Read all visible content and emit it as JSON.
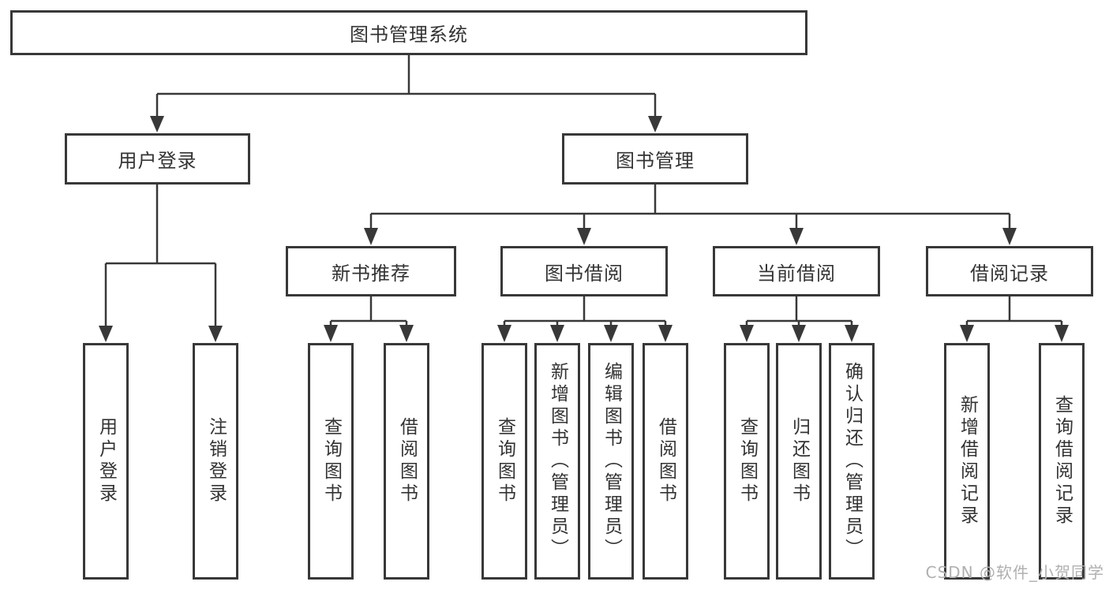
{
  "diagram": {
    "title": "图书管理系统",
    "nodes": {
      "root": "图书管理系统",
      "user_login": "用户登录",
      "book_mgmt": "图书管理",
      "new_books": "新书推荐",
      "book_borrow": "图书借阅",
      "current_borrow": "当前借阅",
      "borrow_records": "借阅记录",
      "ul_login": "用户登录",
      "ul_logout": "注销登录",
      "nb_query": "查询图书",
      "nb_borrow": "借阅图书",
      "bb_query": "查询图书",
      "bb_add": "新增图书（管理员）",
      "bb_edit": "编辑图书（管理员）",
      "bb_borrow": "借阅图书",
      "cb_query": "查询图书",
      "cb_return": "归还图书",
      "cb_confirm": "确认归还（管理员）",
      "br_add": "新增借阅记录",
      "br_query": "查询借阅记录"
    },
    "structure": [
      {
        "parent": "图书管理系统",
        "children": [
          "用户登录",
          "图书管理"
        ]
      },
      {
        "parent": "用户登录",
        "children": [
          "用户登录",
          "注销登录"
        ]
      },
      {
        "parent": "图书管理",
        "children": [
          "新书推荐",
          "图书借阅",
          "当前借阅",
          "借阅记录"
        ]
      },
      {
        "parent": "新书推荐",
        "children": [
          "查询图书",
          "借阅图书"
        ]
      },
      {
        "parent": "图书借阅",
        "children": [
          "查询图书",
          "新增图书（管理员）",
          "编辑图书（管理员）",
          "借阅图书"
        ]
      },
      {
        "parent": "当前借阅",
        "children": [
          "查询图书",
          "归还图书",
          "确认归还（管理员）"
        ]
      },
      {
        "parent": "借阅记录",
        "children": [
          "新增借阅记录",
          "查询借阅记录"
        ]
      }
    ],
    "colors": {
      "line": "#383838",
      "text": "#333333",
      "background": "#ffffff",
      "watermark_text": "#b0b0b0"
    }
  },
  "watermark": "CSDN @软件_小贺同学"
}
